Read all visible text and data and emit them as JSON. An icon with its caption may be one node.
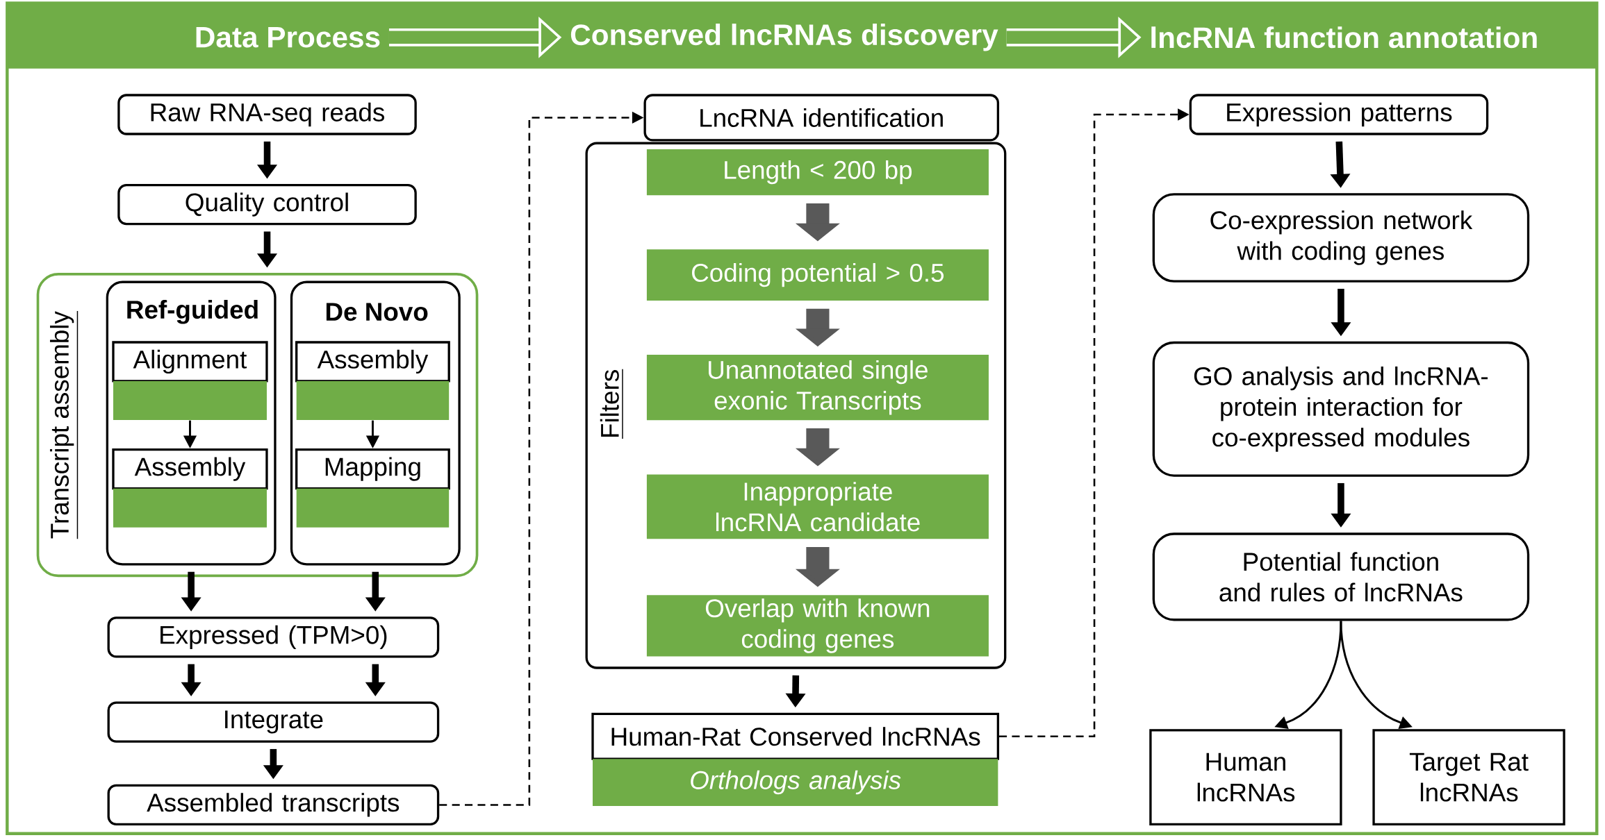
{
  "diagram": {
    "nodes": [
      {
        "text": [
          "Data Process"
        ]
      },
      {
        "text": [
          "Conserved lncRNAs discovery"
        ]
      },
      {
        "text": [
          "lncRNA function annotation"
        ]
      },
      {
        "text": [
          "Raw RNA-seq reads"
        ]
      },
      {
        "text": [
          "Quality control"
        ]
      },
      {
        "text": [
          "Transcript assembly"
        ]
      },
      {
        "text": [
          "Ref-guided"
        ],
        "in": 5
      },
      {
        "text": [
          "Alignment"
        ],
        "in": 6
      },
      {
        "text": [],
        "shape": "box",
        "in": 6
      },
      {
        "text": [
          "Assembly"
        ],
        "in": 6
      },
      {
        "text": [],
        "shape": "box",
        "in": 6
      },
      {
        "text": [
          "De Novo"
        ],
        "in": 5
      },
      {
        "text": [
          "Assembly"
        ],
        "in": 11
      },
      {
        "text": [],
        "shape": "box",
        "in": 11
      },
      {
        "text": [
          "Mapping"
        ],
        "in": 11
      },
      {
        "text": [],
        "shape": "box",
        "in": 11
      },
      {
        "text": [
          "Expressed (TPM>0)"
        ]
      },
      {
        "text": [
          "Integrate"
        ]
      },
      {
        "text": [
          "Assembled transcripts"
        ]
      },
      {
        "text": [
          "LncRNA identification"
        ]
      },
      {
        "text": [
          "Filters"
        ]
      },
      {
        "text": [
          "Length < 200 bp"
        ],
        "in": 20
      },
      {
        "text": [
          "Coding potential > 0.5"
        ],
        "in": 20
      },
      {
        "text": [
          "Unannotated single exonic Transcripts"
        ],
        "in": 20
      },
      {
        "text": [
          "Inappropriate lncRNA candidate"
        ],
        "in": 20
      },
      {
        "text": [
          "Overlap with known coding genes"
        ],
        "in": 20
      },
      {
        "text": [
          "Human-Rat Conserved lncRNAs"
        ]
      },
      {
        "text": [
          "Orthologs analysis"
        ]
      },
      {
        "text": [
          "Expression patterns"
        ]
      },
      {
        "text": [
          "Co-expression network with coding genes"
        ]
      },
      {
        "text": [
          "GO analysis and lncRNA-protein interaction for co-expressed modules"
        ]
      },
      {
        "text": [
          "Potential function and rules of lncRNAs"
        ]
      },
      {
        "text": [
          "Human lncRNAs"
        ]
      },
      {
        "text": [
          "Target Rat lncRNAs"
        ]
      }
    ],
    "edges": [
      {
        "from": 0,
        "to": 1,
        "arrow": "to",
        "style": "thick",
        "color": "#ffffff"
      },
      {
        "from": 1,
        "to": 2,
        "arrow": "to",
        "style": "thick",
        "color": "#ffffff"
      },
      {
        "from": 3,
        "to": 4,
        "arrow": "to"
      },
      {
        "from": 4,
        "to": 5,
        "arrow": "to"
      },
      {
        "from": 8,
        "to": 9,
        "arrow": "to"
      },
      {
        "from": 13,
        "to": 14,
        "arrow": "to"
      },
      {
        "from": 6,
        "to": 16,
        "arrow": "to"
      },
      {
        "from": 11,
        "to": 16,
        "arrow": "to"
      },
      {
        "from": 16,
        "to": 17,
        "arrow": "to"
      },
      {
        "from": 16,
        "to": 17,
        "arrow": "to"
      },
      {
        "from": 17,
        "to": 18,
        "arrow": "to"
      },
      {
        "from": 18,
        "to": 19,
        "arrow": "to",
        "style": "dashed"
      },
      {
        "from": 21,
        "to": 22,
        "arrow": "to",
        "style": "thick",
        "color": "#595959"
      },
      {
        "from": 22,
        "to": 23,
        "arrow": "to",
        "style": "thick",
        "color": "#595959"
      },
      {
        "from": 23,
        "to": 24,
        "arrow": "to",
        "style": "thick",
        "color": "#595959"
      },
      {
        "from": 24,
        "to": 25,
        "arrow": "to",
        "style": "thick",
        "color": "#595959"
      },
      {
        "from": 20,
        "to": 26,
        "arrow": "to"
      },
      {
        "from": 26,
        "to": 28,
        "arrow": "to",
        "style": "dashed"
      },
      {
        "from": 28,
        "to": 29,
        "arrow": "to"
      },
      {
        "from": 29,
        "to": 30,
        "arrow": "to"
      },
      {
        "from": 30,
        "to": 31,
        "arrow": "to"
      },
      {
        "from": 31,
        "to": 32,
        "arrow": "to"
      },
      {
        "from": 31,
        "to": 33,
        "arrow": "to"
      }
    ]
  }
}
